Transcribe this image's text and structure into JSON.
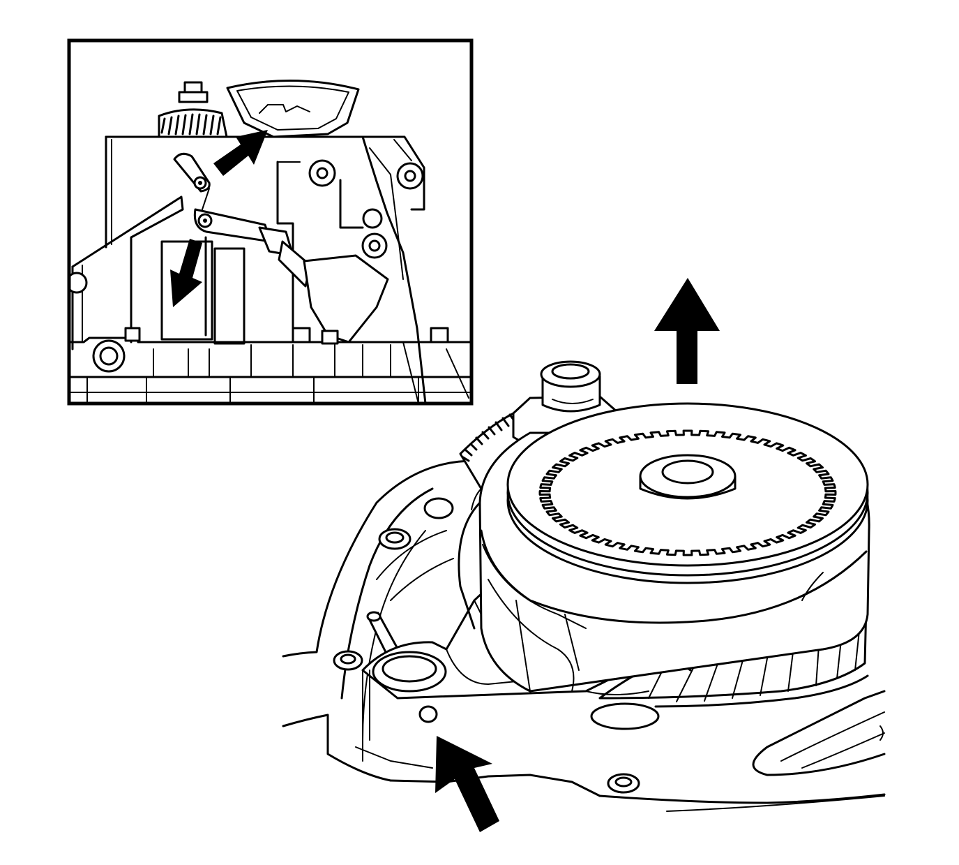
{
  "figure": {
    "palette": {
      "line": "#000000",
      "fill": "#ffffff",
      "arrow": "#000000"
    },
    "inset": {
      "arrows": [
        {
          "name": "inset-arrow-up-right",
          "direction": "up-right"
        },
        {
          "name": "inset-arrow-down-left",
          "direction": "down-left"
        }
      ]
    },
    "main": {
      "arrows": [
        {
          "name": "lift-arrow-up",
          "direction": "up"
        },
        {
          "name": "pointer-arrow-up-left",
          "direction": "up-left"
        }
      ]
    }
  }
}
